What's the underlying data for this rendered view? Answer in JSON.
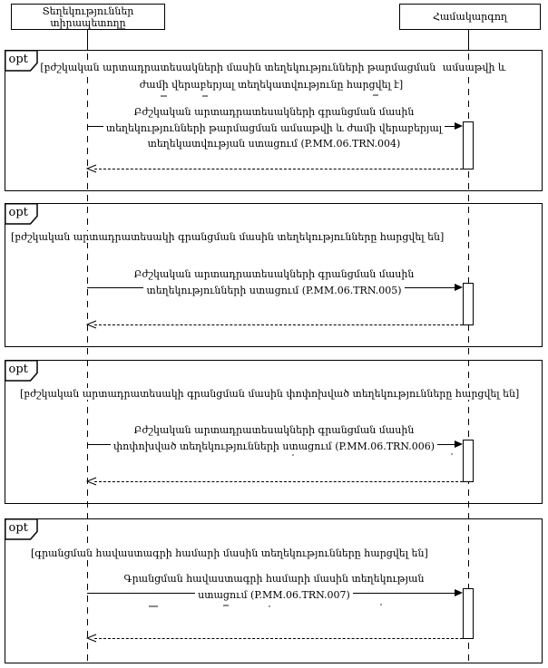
{
  "diagram": {
    "kind": "uml-sequence-diagram",
    "colors": {
      "line": "#000000",
      "background": "#ffffff"
    },
    "actors": [
      {
        "name": "Տեղեկություններ տիրապետողը"
      },
      {
        "name": "Համակարգող"
      }
    ],
    "fragments": [
      {
        "operator": "opt",
        "guard_lines": [
          "[բժշկական արտադրատեսակների մասին տեղեկությունների թարմացման",
          "ամսաթվի և ժամի վերաբերյալ տեղեկատվությունը հարցվել է]"
        ],
        "message_lines": [
          "Բժշկական արտադրատեսակների գրանցման մասին",
          "տեղեկությունների թարմացման ամսաթվի և ժամի վերաբերյալ",
          "տեղեկատվության ստացում (P.MM.06.TRN.004)"
        ],
        "message_code": "P.MM.06.TRN.004"
      },
      {
        "operator": "opt",
        "guard_lines": [
          "[բժշկական արտադրատեսակի գրանցման մասին տեղեկությունները հարցվել են]"
        ],
        "message_lines": [
          "Բժշկական արտադրատեսակների գրանցման մասին",
          "տեղեկությունների ստացում (P.MM.06.TRN.005)"
        ],
        "message_code": "P.MM.06.TRN.005"
      },
      {
        "operator": "opt",
        "guard_lines": [
          "[բժշկական արտադրատեսակի գրանցման մասին փոփոխված տեղեկությունները հարցվել են]"
        ],
        "message_lines": [
          "Բժշկական արտադրատեսակների գրանցման մասին",
          "փոփոխված տեղեկությունների ստացում (P.MM.06.TRN.006)"
        ],
        "message_code": "P.MM.06.TRN.006"
      },
      {
        "operator": "opt",
        "guard_lines": [
          "[գրանցման հավաստագրի համարի մասին տեղեկությունները հարցվել են]"
        ],
        "message_lines": [
          "Գրանցման հավաստագրի համարի մասին տեղեկության",
          "ստացում (P.MM.06.TRN.007)"
        ],
        "message_code": "P.MM.06.TRN.007"
      }
    ]
  }
}
